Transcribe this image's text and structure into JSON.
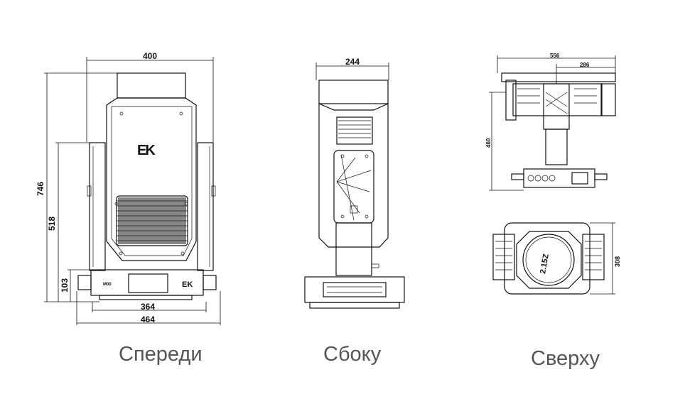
{
  "views": {
    "front": {
      "caption": "Спереди",
      "dims": {
        "width_top": "400",
        "height_total": "746",
        "height_arm": "518",
        "height_base": "103",
        "base_inner": "364",
        "base_total": "464"
      },
      "logo": "EK"
    },
    "side": {
      "caption": "Сбоку",
      "dims": {
        "width_top": "244"
      }
    },
    "top": {
      "caption": "Сверху",
      "dims": {
        "width_total": "556",
        "width_part": "286",
        "height": "460",
        "depth": "308",
        "lens_label": "2.15Z"
      }
    }
  },
  "colors": {
    "line": "#111111",
    "caption": "#555555",
    "background": "#ffffff"
  }
}
